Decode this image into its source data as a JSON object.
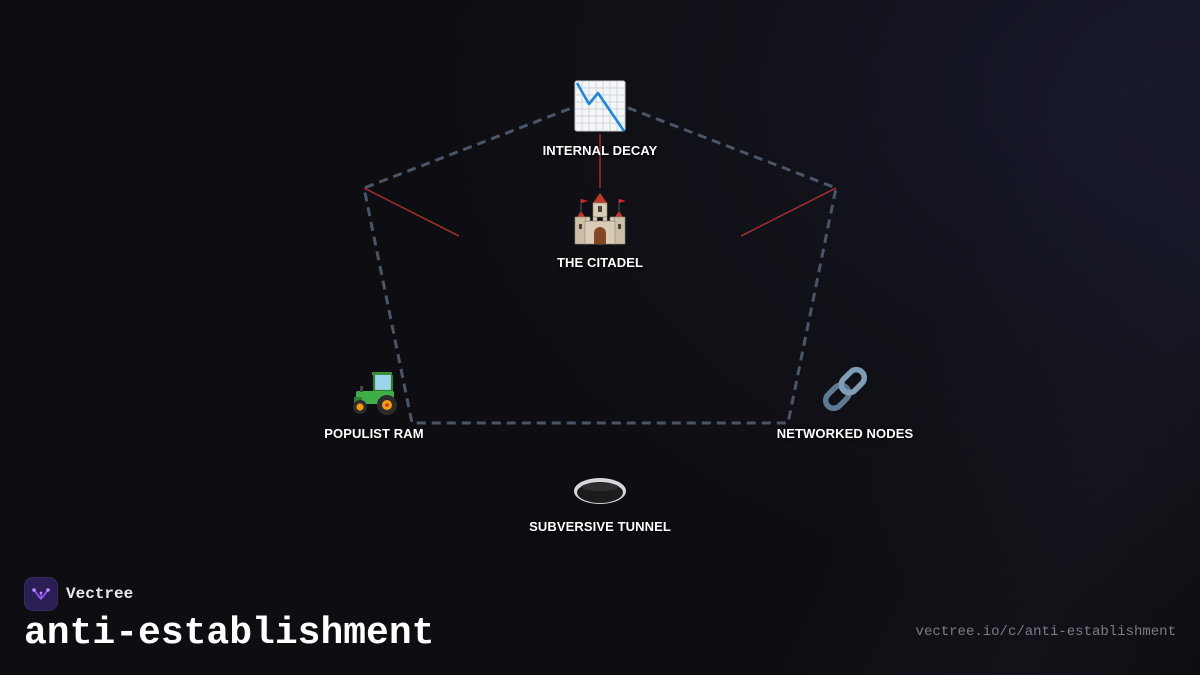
{
  "brand": {
    "name": "Vectree",
    "accent_color": "#7b3fe4",
    "logo_icon": "vectree-logo-icon"
  },
  "page": {
    "title": "anti-establishment",
    "url": "vectree.io/c/anti-establishment"
  },
  "diagram": {
    "colors": {
      "polygon_edge": "#4a5568",
      "attack_line": "#9b2c2c",
      "label": "#ffffff"
    },
    "nodes": [
      {
        "id": "internal-decay",
        "label": "INTERNAL DECAY",
        "icon": "chart-decreasing-icon"
      },
      {
        "id": "the-citadel",
        "label": "THE CITADEL",
        "icon": "castle-icon"
      },
      {
        "id": "populist-ram",
        "label": "POPULIST RAM",
        "icon": "tractor-icon"
      },
      {
        "id": "networked-nodes",
        "label": "NETWORKED NODES",
        "icon": "chain-link-icon"
      },
      {
        "id": "subversive-tunnel",
        "label": "SUBVERSIVE TUNNEL",
        "icon": "hole-icon"
      }
    ]
  }
}
